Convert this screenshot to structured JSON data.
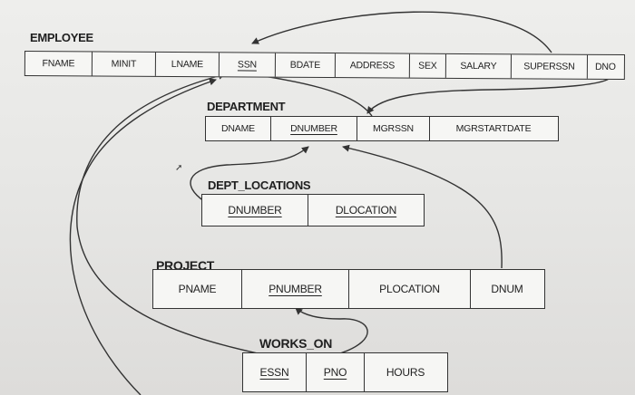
{
  "employee": {
    "title": "EMPLOYEE",
    "attributes": [
      "FNAME",
      "MINIT",
      "LNAME",
      "SSN",
      "BDATE",
      "ADDRESS",
      "SEX",
      "SALARY",
      "SUPERSSN",
      "DNO"
    ]
  },
  "department": {
    "title": "DEPARTMENT",
    "attributes": [
      "DNAME",
      "DNUMBER",
      "MGRSSN",
      "MGRSTARTDATE"
    ]
  },
  "dept_locations": {
    "title": "DEPT_LOCATIONS",
    "attributes": [
      "DNUMBER",
      "DLOCATION"
    ]
  },
  "project": {
    "title": "PROJECT",
    "attributes": [
      "PNAME",
      "PNUMBER",
      "PLOCATION",
      "DNUM"
    ]
  },
  "works_on": {
    "title": "WORKS_ON",
    "attributes": [
      "ESSN",
      "PNO",
      "HOURS"
    ]
  }
}
